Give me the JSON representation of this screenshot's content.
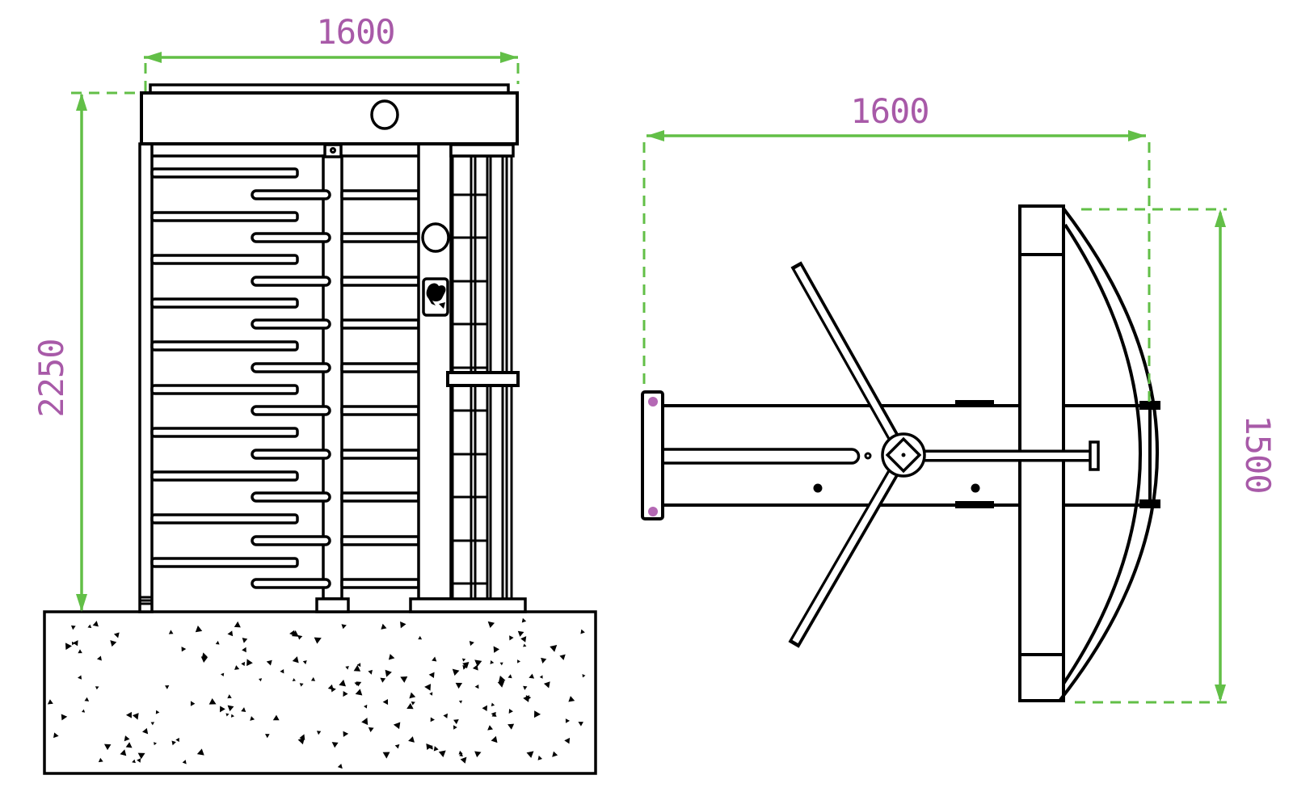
{
  "drawing": {
    "kind": "technical-drawing",
    "subject": "full-height single turnstile",
    "views": {
      "front": {
        "name": "front elevation",
        "dimensions": {
          "width": {
            "value": "1600"
          },
          "height": {
            "value": "2250"
          }
        }
      },
      "plan": {
        "name": "top plan",
        "dimensions": {
          "width": {
            "value": "1600"
          },
          "rotor": {
            "value": "1500"
          }
        }
      }
    },
    "colors": {
      "dimension_line": "#62bf47",
      "dimension_text": "#a85aa8",
      "anchor_dot": "#b468b4",
      "linework": "#000000",
      "background": "#ffffff"
    }
  }
}
